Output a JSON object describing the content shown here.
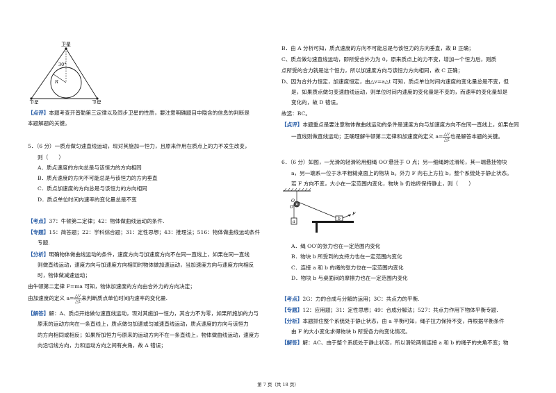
{
  "figure_satellites": {
    "top": "卫星",
    "left": "卫星",
    "right": "卫星",
    "angle": "30°",
    "radius": "R"
  },
  "left": {
    "review_tag": "【点评】",
    "review_text": "本题考查开普勒第三定律以及同步卫星的性质，要注意明确题目中隐含的信息的判断是",
    "review_text2": "本题解题的关键。",
    "q5_stem1": "5．（6 分）一质点做匀速直线运动，现对其施加一恒力，且原来作用在质点上的力不发生改变，",
    "q5_stem2": "则（　　）",
    "q5_options": [
      "A．质点速度的方向总是与该恒力的方向相同",
      "B．质点速度的方向不可能总是与该恒力的方向垂直",
      "C．质点加速度的方向总是与该恒力的方向相同",
      "D．质点单位时间内速率的变化量总是不变"
    ],
    "point_tag": "【考点】",
    "point_text": "37：牛顿第二定律；42：物体做曲线运动的条件.",
    "topic_tag": "【专题】",
    "topic_text": "15：简答题；22：学科综合题；31：定性思想；43：推理法；516：物体做曲线运动条件",
    "topic_text2": "专题.",
    "analysis_tag": "【分析】",
    "analysis_lines": [
      "明确物体做曲线运动的条件，速度方向与加速度方向不在同一直线上，如果在同一直线",
      "则做直线运动，速度方向与加速度方向相同时物体做加速运动，当加速度方向与速度方向相反",
      "时，物体做减速运动；"
    ],
    "newton_line": "由牛顿第二定律 F=ma 可知，物体加速度的方向由合外力的方向决定；",
    "accel_pre": "由加速度的定义 a=",
    "frac_num": "△v",
    "frac_den": "△t",
    "accel_post": "来判断质点单位时间内速率的变化量.",
    "answer_tag": "【解答】",
    "answer_lines": [
      "解：A、质点开始做匀速直线运动，现对其施加一恒力，其合力不为零，如果所施加的力与",
      "原来的运动方向在一条直线上，质点做匀加速或匀减速直线运动，质点速度的方向与该恒力",
      "的方向相同或相反；如果所加恒力与原来的运动方向不在一条直线上，物体做曲线运动，速度方",
      "向沿切线方向，力和运动方向之间有夹角，故 A 错误；"
    ]
  },
  "right": {
    "answer_lines": [
      "B．由 A 分析可知，质点速度的方向不可能总是与该恒力的方向垂直，故 B 正确；",
      "C、质点做匀速直线运动，即所受合外力为 0，原来质点上的力不变，增加一个恒力后，则质",
      "点所受的合力就是这个恒力，所以加速度方向与该恒力方向相同，故 C 正确；",
      "D、因为合外力恒定，加速度恒定，由△v=a△t 可知，质点单位时间内速度的变化量总是不变，但",
      "是，如果质点做匀变速曲线运动，则单位时间内速度的变化量是不变的，而速率的变化量却是",
      "变化的，故 D 错误。"
    ],
    "choice": "故选：BC。",
    "review_tag": "【点评】",
    "review_text": "本题重点是要注意物体做曲线运动的条件是速度方向与加速度方向不在同一直线上，如果在同",
    "review2_pre": "一直线则做直线运动；正确理解牛顿第二定律和加速度的定义 a=",
    "frac_num": "△v",
    "frac_den": "△t",
    "review2_post": "也是解答本题的关键。",
    "q6_lines": [
      "6．（6 分）如图，一光滑的轻滑轮用细绳 OO′悬挂于 O 点；另一细绳跨过滑轮，其一端悬挂物块",
      "a，另一端系一位于水平粗糙桌面上的物块 b。外力 F 向右上方拉 b，整个系统处于静止状态。",
      "若 F 方向不变，大小在一定范围内变化，物块 b 仍始终保持静止，则（　　）"
    ],
    "q6_options": [
      "A．绳 OO′的张力也在一定范围内变化",
      "B．物块 b 所受到的支持力也在一定范围内变化",
      "C．连接 a 和 b 的绳的张力也在一定范围内变化",
      "D．物块 b 与桌面间的摩擦力也在一定范围内变化"
    ],
    "point_tag": "【考点】",
    "point_text": "2G：力的合成与分解的运用；3C：共点力的平衡.",
    "topic_tag": "【专题】",
    "topic_text": "12：应用题；31：定性思想；49：合成分解法；527：共点力作用下物体平衡专题.",
    "analysis_tag": "【分析】",
    "analysis_lines": [
      "本题抓住整个系统处于静止状态，由 a 平衡可知，绳子拉力保持不变，再根据平衡条件",
      "由 F 的大小变化求得物块 b 所受各力的变化情况。"
    ],
    "answer_tag": "【解答】",
    "answer_last": "解：AC、由于整个系统处于静止状态，所以滑轮两侧连接 a 和 b 的绳子的夹角不变；物"
  },
  "figure_pulley": {
    "O": "O",
    "O2": "O′",
    "a": "a",
    "b": "b",
    "F": "F"
  },
  "footer": "第 7 页（共 18 页）"
}
